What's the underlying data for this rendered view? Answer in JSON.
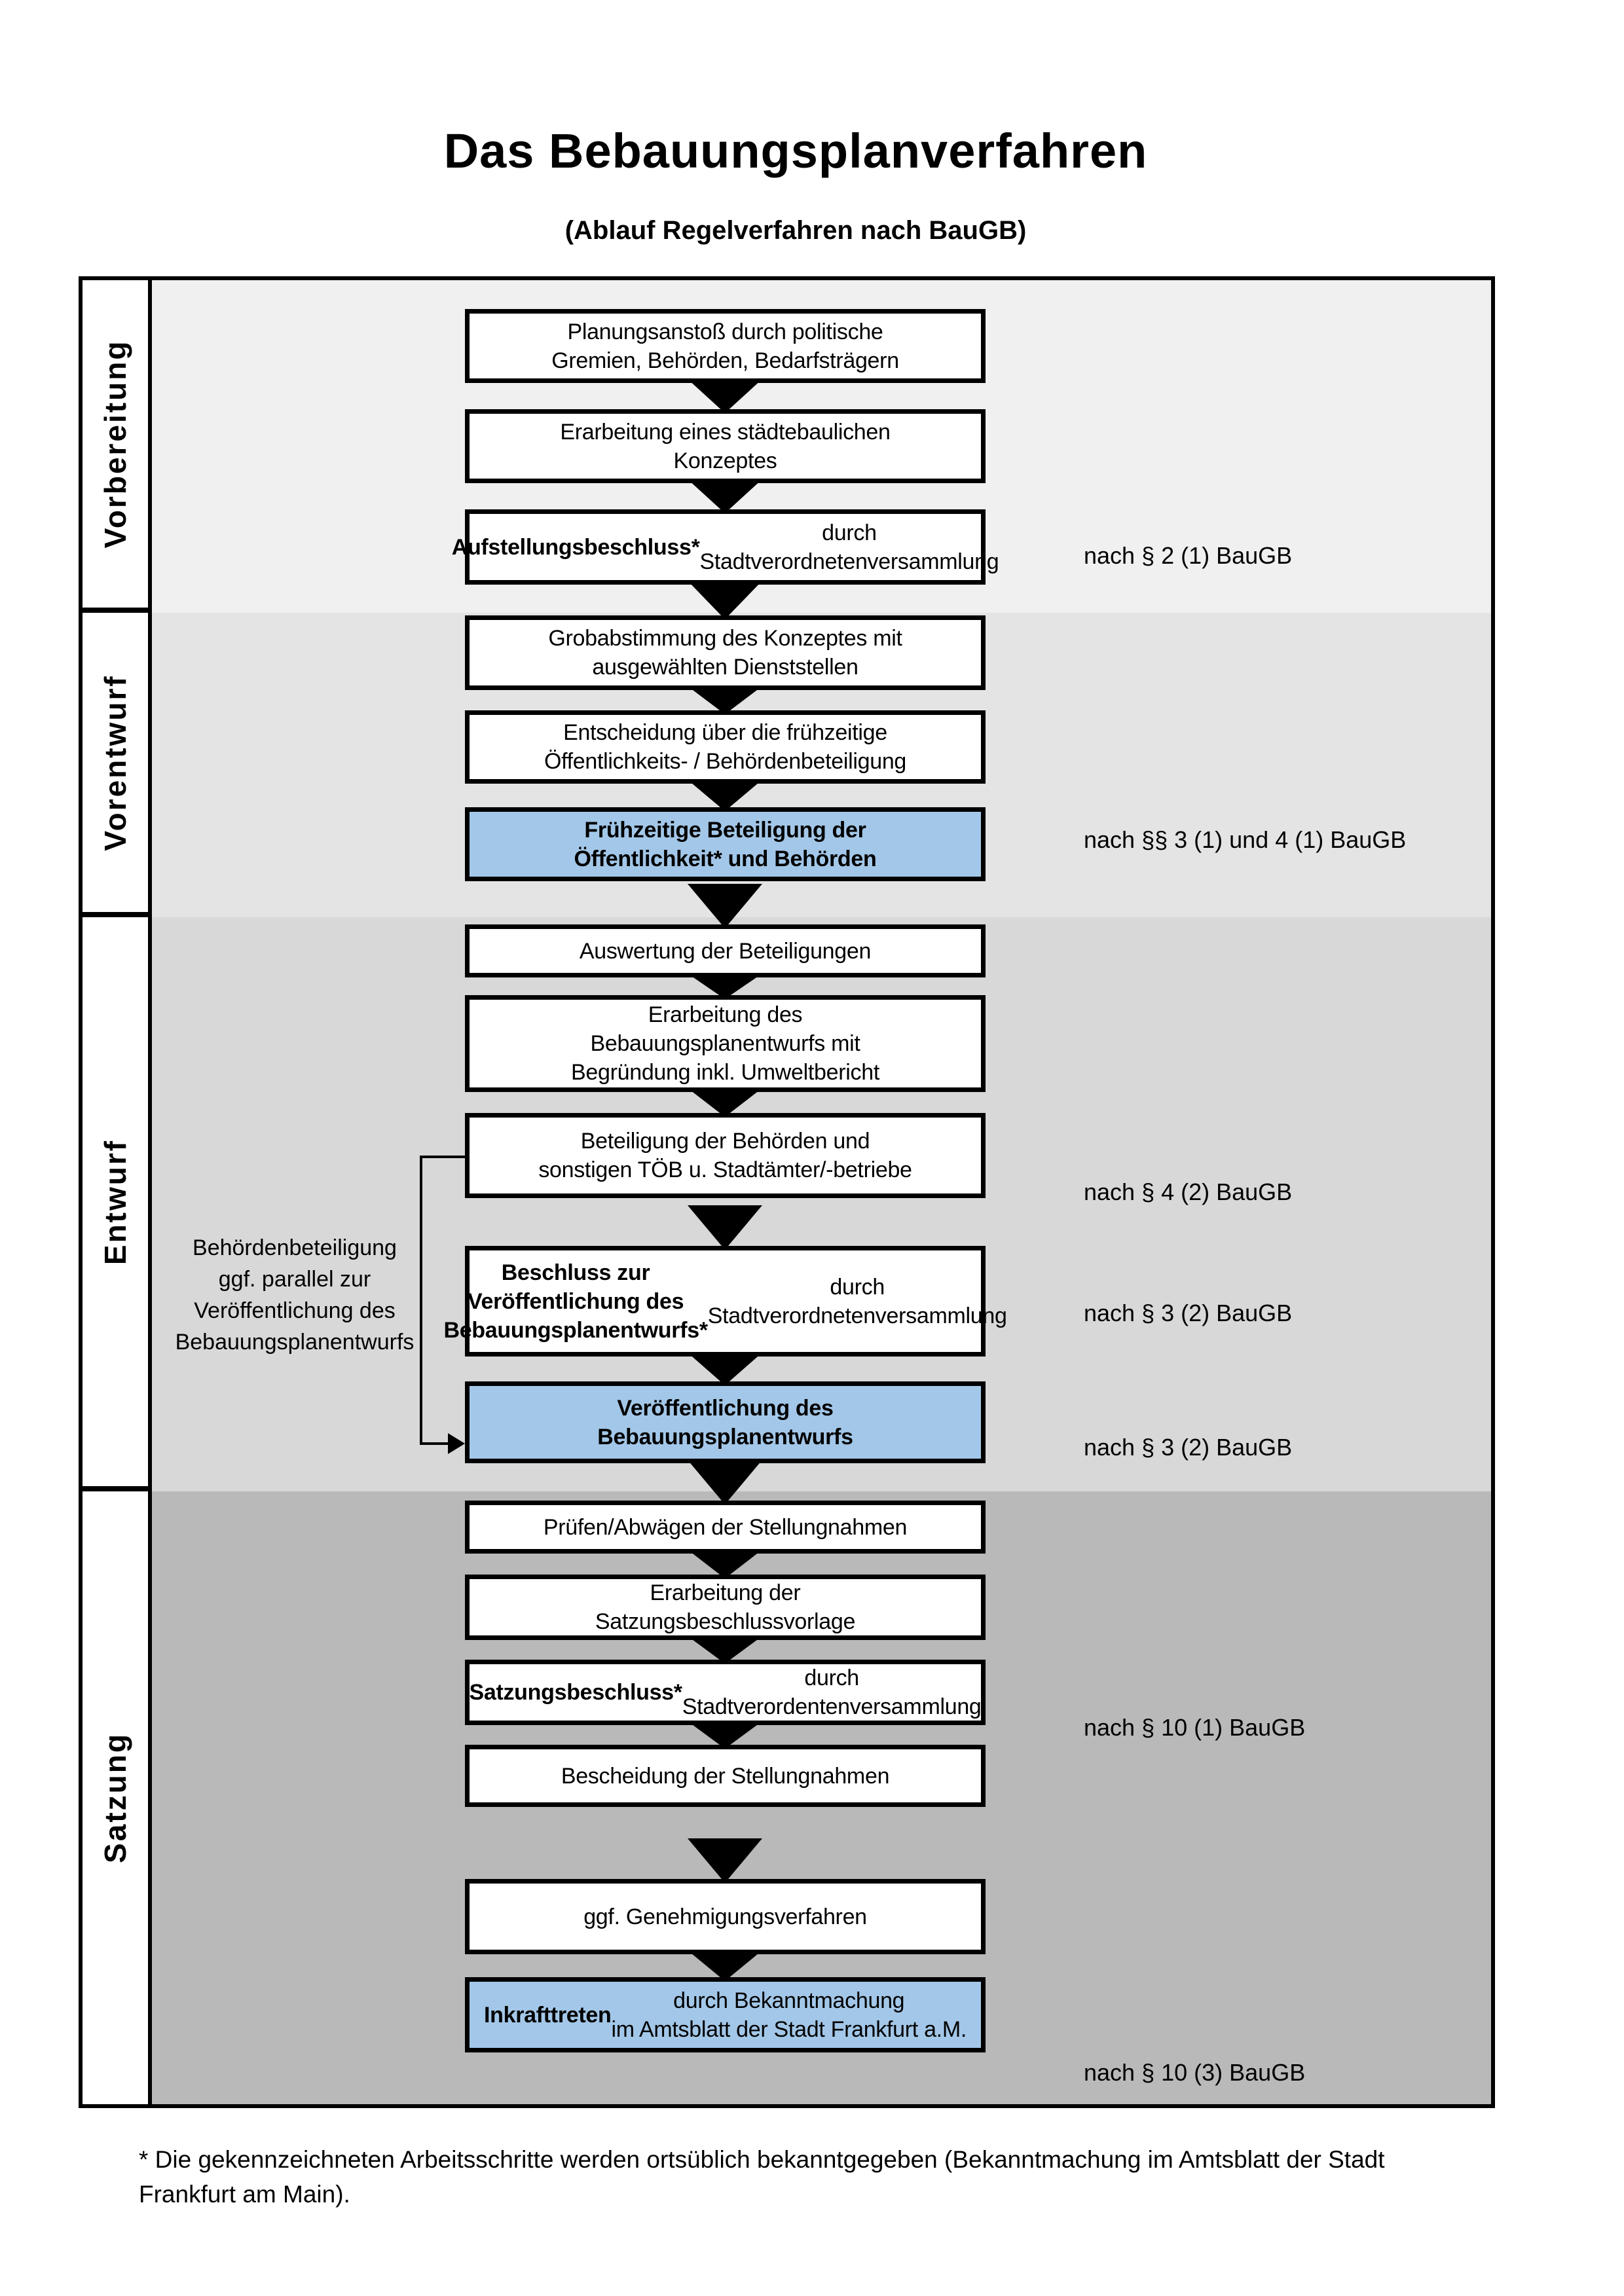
{
  "title": "Das Bebauungsplanverfahren",
  "subtitle": "(Ablauf Regelverfahren nach BauGB)",
  "phases": [
    {
      "id": "vorbereitung",
      "label": "Vorbereitung"
    },
    {
      "id": "vorentwurf",
      "label": "Vorentwurf"
    },
    {
      "id": "entwurf",
      "label": "Entwurf"
    },
    {
      "id": "satzung",
      "label": "Satzung"
    }
  ],
  "boxes": [
    {
      "id": "planungsanstoss",
      "phase": "vorbereitung",
      "highlight": false,
      "parts": [
        {
          "text": "Planungsanstoß durch politische\nGremien, Behörden, Bedarfsträgern",
          "bold": false
        }
      ]
    },
    {
      "id": "konzept-erarbeitung",
      "phase": "vorbereitung",
      "highlight": false,
      "parts": [
        {
          "text": "Erarbeitung eines städtebaulichen\nKonzeptes",
          "bold": false
        }
      ]
    },
    {
      "id": "aufstellungsbeschluss",
      "phase": "vorbereitung",
      "highlight": false,
      "parts": [
        {
          "text": "Aufstellungsbeschluss*",
          "bold": true
        },
        {
          "text": " durch\nStadtverordnetenversammlung",
          "bold": false
        }
      ],
      "ref": "nach § 2 (1) BauGB"
    },
    {
      "id": "grobabstimmung",
      "phase": "vorentwurf",
      "highlight": false,
      "parts": [
        {
          "text": "Grobabstimmung des Konzeptes mit\nausgewählten Dienststellen",
          "bold": false
        }
      ]
    },
    {
      "id": "entscheidung-beteiligung",
      "phase": "vorentwurf",
      "highlight": false,
      "parts": [
        {
          "text": "Entscheidung über die frühzeitige\nÖffentlichkeits- / Behördenbeteiligung",
          "bold": false
        }
      ]
    },
    {
      "id": "fruehzeitige-beteiligung",
      "phase": "vorentwurf",
      "highlight": true,
      "parts": [
        {
          "text": "Frühzeitige Beteiligung der\nÖffentlichkeit* und Behörden",
          "bold": true
        }
      ],
      "ref": "nach §§ 3 (1) und 4 (1) BauGB"
    },
    {
      "id": "auswertung",
      "phase": "entwurf",
      "highlight": false,
      "parts": [
        {
          "text": "Auswertung der Beteiligungen",
          "bold": false
        }
      ]
    },
    {
      "id": "entwurf-erarbeitung",
      "phase": "entwurf",
      "highlight": false,
      "parts": [
        {
          "text": "Erarbeitung des\nBebauungsplanentwurfs mit\nBegründung inkl. Umweltbericht",
          "bold": false
        }
      ]
    },
    {
      "id": "behoerdenbeteiligung",
      "phase": "entwurf",
      "highlight": false,
      "parts": [
        {
          "text": "Beteiligung der Behörden und\nsonstigen TÖB u. Stadtämter/-betriebe",
          "bold": false
        }
      ],
      "ref": "nach § 4 (2) BauGB"
    },
    {
      "id": "veroeffentlichungsbeschluss",
      "phase": "entwurf",
      "highlight": false,
      "parts": [
        {
          "text": "Beschluss zur Veröffentlichung des\nBebauungsplanentwurfs*",
          "bold": true
        },
        {
          "text": " durch\nStadtverordnetenversammlung",
          "bold": false
        }
      ],
      "ref": "nach § 3 (2) BauGB"
    },
    {
      "id": "veroeffentlichung",
      "phase": "entwurf",
      "highlight": true,
      "parts": [
        {
          "text": "Veröffentlichung des\nBebauungsplanentwurfs",
          "bold": true
        }
      ],
      "ref": "nach § 3 (2) BauGB"
    },
    {
      "id": "pruefen-abwaegen",
      "phase": "satzung",
      "highlight": false,
      "parts": [
        {
          "text": "Prüfen/Abwägen der Stellungnahmen",
          "bold": false
        }
      ]
    },
    {
      "id": "satzungsvorlage",
      "phase": "satzung",
      "highlight": false,
      "parts": [
        {
          "text": "Erarbeitung der\nSatzungsbeschlussvorlage",
          "bold": false
        }
      ]
    },
    {
      "id": "satzungsbeschluss",
      "phase": "satzung",
      "highlight": false,
      "parts": [
        {
          "text": "Satzungsbeschluss*",
          "bold": true
        },
        {
          "text": " durch\nStadtverordentenversammlung",
          "bold": false
        }
      ],
      "ref": "nach § 10 (1) BauGB"
    },
    {
      "id": "bescheidung",
      "phase": "satzung",
      "highlight": false,
      "parts": [
        {
          "text": "Bescheidung der Stellungnahmen",
          "bold": false
        }
      ]
    },
    {
      "id": "genehmigungsverfahren",
      "phase": "satzung",
      "highlight": false,
      "parts": [
        {
          "text": "ggf. Genehmigungsverfahren",
          "bold": false
        }
      ]
    },
    {
      "id": "inkrafttreten",
      "phase": "satzung",
      "highlight": true,
      "parts": [
        {
          "text": "Inkrafttreten",
          "bold": true
        },
        {
          "text": " durch Bekanntmachung\nim Amtsblatt der Stadt Frankfurt a.M.",
          "bold": false
        }
      ],
      "ref": "nach § 10 (3) BauGB"
    }
  ],
  "side_note": "Behördenbeteiligung\nggf. parallel zur\nVeröffentlichung des\nBebauungsplanentwurfs",
  "footnote": {
    "line1": "* Die gekennzeichneten Arbeitsschritte werden ortsüblich bekanntgegeben (Bekanntmachung im Amtsblatt  der Stadt",
    "line2": "Frankfurt am Main)."
  },
  "colors": {
    "highlight_blue": "#a3c7e8",
    "section_grays": [
      "#f0f0f0",
      "#e4e4e4",
      "#d8d8d8",
      "#b9b9b9"
    ],
    "box_border": "#000000"
  }
}
